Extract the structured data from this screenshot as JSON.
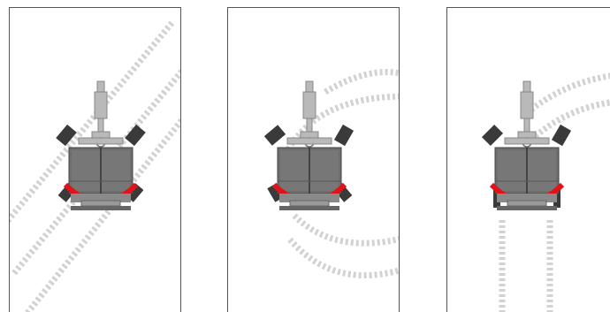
{
  "figure": {
    "panels": [
      {
        "id": "panel-1",
        "steering_mode": "crab-steering",
        "track_shape": "diagonal"
      },
      {
        "id": "panel-2",
        "steering_mode": "coordinated-steering",
        "track_shape": "curved"
      },
      {
        "id": "panel-3",
        "steering_mode": "front-axle-steering",
        "track_shape": "curved-front-straight-rear"
      }
    ],
    "colors": {
      "frame_border": "#555555",
      "machine_body": "#6e6e6e",
      "machine_light": "#b9b9b9",
      "wheel": "#3a3a3a",
      "highlight_arc": "#e0131a",
      "tire_track": "#d0d0d0"
    }
  }
}
